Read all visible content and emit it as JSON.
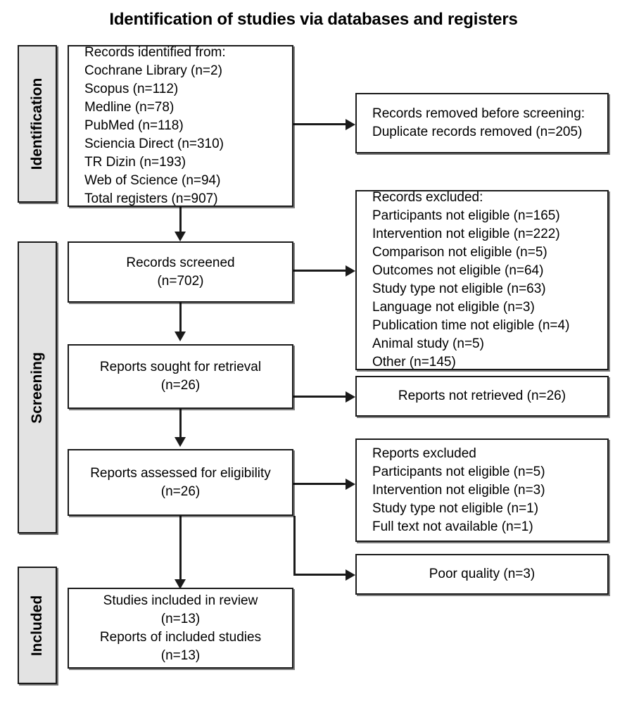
{
  "title": "Identification of studies via databases and registers",
  "stages": [
    {
      "id": "identification",
      "label": "Identification"
    },
    {
      "id": "screening",
      "label": "Screening"
    },
    {
      "id": "included",
      "label": "Included"
    }
  ],
  "nodes": {
    "records_identified": {
      "name": "records-identified-box",
      "text": "Records identified from:\nCochrane Library (n=2)\nScopus (n=112)\nMedline (n=78)\nPubMed (n=118)\nSciencia Direct (n=310)\nTR Dizin (n=193)\nWeb of Science (n=94)\nTotal registers (n=907)"
    },
    "records_removed": {
      "name": "records-removed-box",
      "text": "Records removed before screening:\nDuplicate records removed (n=205)"
    },
    "records_screened": {
      "name": "records-screened-box",
      "text": "Records screened\n(n=702)"
    },
    "records_excluded": {
      "name": "records-excluded-box",
      "text": "Records excluded:\nParticipants not eligible (n=165)\nIntervention not eligible (n=222)\nComparison not eligible (n=5)\nOutcomes not eligible (n=64)\nStudy type not eligible (n=63)\nLanguage not eligible (n=3)\nPublication time not eligible (n=4)\nAnimal study (n=5)\nOther (n=145)"
    },
    "reports_sought": {
      "name": "reports-sought-box",
      "text": "Reports sought for retrieval\n(n=26)"
    },
    "reports_not_retrieved": {
      "name": "reports-not-retrieved-box",
      "text": "Reports not retrieved (n=26)"
    },
    "reports_assessed": {
      "name": "reports-assessed-box",
      "text": "Reports assessed for eligibility\n(n=26)"
    },
    "reports_excluded": {
      "name": "reports-excluded-box",
      "text": "Reports excluded\nParticipants not eligible (n=5)\nIntervention not eligible (n=3)\nStudy type not eligible (n=1)\nFull text not available (n=1)"
    },
    "poor_quality": {
      "name": "poor-quality-box",
      "text": "Poor quality (n=3)"
    },
    "studies_included": {
      "name": "studies-included-box",
      "text": "Studies included in review\n(n=13)\nReports of included studies\n(n=13)"
    }
  },
  "chart_data": {
    "type": "diagram",
    "diagram_kind": "prisma-flow",
    "title": "Identification of studies via databases and registers",
    "stages": [
      "Identification",
      "Screening",
      "Included"
    ],
    "nodes": [
      {
        "id": "records_identified",
        "stage": "Identification",
        "label": "Records identified from",
        "counts": {
          "Cochrane Library": 2,
          "Scopus": 112,
          "Medline": 78,
          "PubMed": 118,
          "Sciencia Direct": 310,
          "TR Dizin": 193,
          "Web of Science": 94,
          "Total registers": 907
        }
      },
      {
        "id": "records_removed",
        "stage": "Identification",
        "label": "Records removed before screening",
        "counts": {
          "Duplicate records removed": 205
        }
      },
      {
        "id": "records_screened",
        "stage": "Screening",
        "label": "Records screened",
        "n": 702
      },
      {
        "id": "records_excluded",
        "stage": "Screening",
        "label": "Records excluded",
        "counts": {
          "Participants not eligible": 165,
          "Intervention not eligible": 222,
          "Comparison not eligible": 5,
          "Outcomes not eligible": 64,
          "Study type not eligible": 63,
          "Language not eligible": 3,
          "Publication time not eligible": 4,
          "Animal study": 5,
          "Other": 145
        }
      },
      {
        "id": "reports_sought",
        "stage": "Screening",
        "label": "Reports sought for retrieval",
        "n": 26
      },
      {
        "id": "reports_not_retrieved",
        "stage": "Screening",
        "label": "Reports not retrieved",
        "n": 26
      },
      {
        "id": "reports_assessed",
        "stage": "Screening",
        "label": "Reports assessed for eligibility",
        "n": 26
      },
      {
        "id": "reports_excluded",
        "stage": "Screening",
        "label": "Reports excluded",
        "counts": {
          "Participants not eligible": 5,
          "Intervention not eligible": 3,
          "Study type not eligible": 1,
          "Full text not available": 1
        }
      },
      {
        "id": "poor_quality",
        "stage": "Included",
        "label": "Poor quality",
        "n": 3
      },
      {
        "id": "studies_included",
        "stage": "Included",
        "label": "Studies included in review",
        "counts": {
          "Studies included in review": 13,
          "Reports of included studies": 13
        }
      }
    ],
    "edges": [
      {
        "from": "records_identified",
        "to": "records_removed",
        "direction": "right"
      },
      {
        "from": "records_identified",
        "to": "records_screened",
        "direction": "down"
      },
      {
        "from": "records_screened",
        "to": "records_excluded",
        "direction": "right"
      },
      {
        "from": "records_screened",
        "to": "reports_sought",
        "direction": "down"
      },
      {
        "from": "reports_sought",
        "to": "reports_not_retrieved",
        "direction": "right"
      },
      {
        "from": "reports_sought",
        "to": "reports_assessed",
        "direction": "down"
      },
      {
        "from": "reports_assessed",
        "to": "reports_excluded",
        "direction": "right"
      },
      {
        "from": "reports_assessed",
        "to": "poor_quality",
        "direction": "right-down"
      },
      {
        "from": "reports_assessed",
        "to": "studies_included",
        "direction": "down"
      }
    ]
  },
  "colors": {
    "stage_bar_fill": "#e3e3e3",
    "stroke": "#1a1a1a",
    "box_fill": "#ffffff",
    "text": "#000000"
  }
}
